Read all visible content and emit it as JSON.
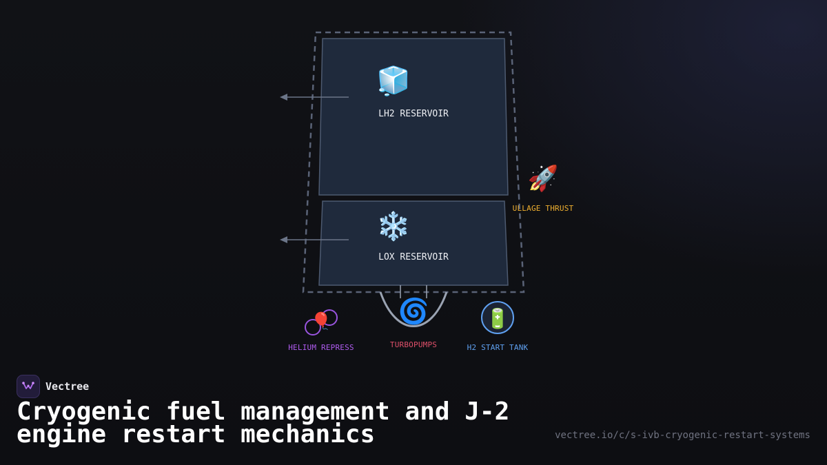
{
  "diagram": {
    "reservoirs": [
      {
        "label": "LH2 RESERVOIR",
        "icon": "ice-cube-icon",
        "glyph": "🧊"
      },
      {
        "label": "LOX RESERVOIR",
        "icon": "snowflake-icon",
        "glyph": "❄️"
      }
    ],
    "components": [
      {
        "label": "HELIUM REPRESS",
        "icon": "balloon-icon",
        "glyph": "🎈",
        "color": "#b05cf0"
      },
      {
        "label": "TURBOPUMPS",
        "icon": "cyclone-icon",
        "glyph": "🌀",
        "color": "#e0506a"
      },
      {
        "label": "H2 START TANK",
        "icon": "battery-icon",
        "glyph": "🔋",
        "color": "#5fa0f0"
      },
      {
        "label": "ULLAGE THRUST",
        "icon": "rocket-icon",
        "glyph": "🚀",
        "color": "#f0b030"
      }
    ],
    "colors": {
      "stage_outline": "#5a6377",
      "tank_fill": "#1f2a3c",
      "tank_stroke": "#4d5a70",
      "arrow": "#6b7588",
      "helium_circle": "#9a55e0",
      "h2_circle": "#5fa0f0",
      "turbopump_curve": "#9aa3b2"
    }
  },
  "footer": {
    "brand_name": "Vectree",
    "title": "Cryogenic fuel management and J-2 engine restart mechanics",
    "url": "vectree.io/c/s-ivb-cryogenic-restart-systems"
  }
}
